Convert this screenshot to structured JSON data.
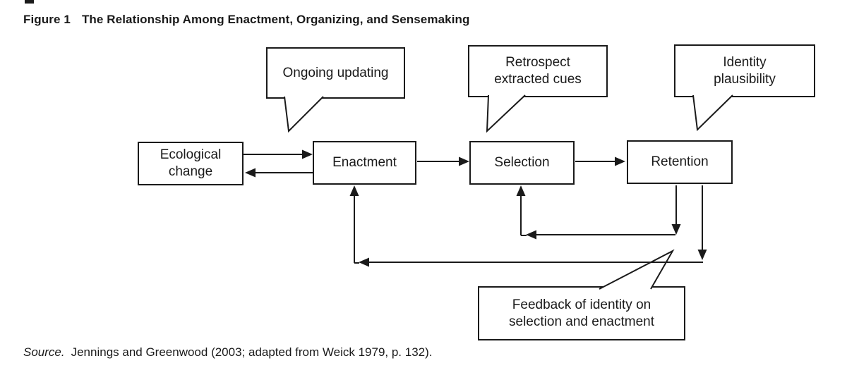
{
  "figure": {
    "label": "Figure 1",
    "title": "The Relationship Among Enactment, Organizing, and Sensemaking"
  },
  "diagram": {
    "nodes": [
      {
        "id": "ecological-change",
        "label": "Ecological change"
      },
      {
        "id": "enactment",
        "label": "Enactment"
      },
      {
        "id": "selection",
        "label": "Selection"
      },
      {
        "id": "retention",
        "label": "Retention"
      }
    ],
    "callouts": [
      {
        "id": "ongoing-updating",
        "label": "Ongoing updating",
        "points_to": "enactment"
      },
      {
        "id": "retrospect-extracted-cues",
        "label": "Retrospect extracted cues",
        "points_to": "selection"
      },
      {
        "id": "identity-plausibility",
        "label": "Identity plausibility",
        "points_to": "retention"
      },
      {
        "id": "feedback-of-identity",
        "label": "Feedback of identity on selection and enactment",
        "points_to": "feedback-arrows"
      }
    ],
    "edges": [
      {
        "from": "Ecological change",
        "to": "Enactment"
      },
      {
        "from": "Enactment",
        "to": "Ecological change"
      },
      {
        "from": "Enactment",
        "to": "Selection"
      },
      {
        "from": "Selection",
        "to": "Retention"
      },
      {
        "from": "Retention",
        "to": "Selection"
      },
      {
        "from": "Retention",
        "to": "Enactment"
      }
    ],
    "line_color": "#1a1a1a",
    "background_color": "#ffffff"
  },
  "source": {
    "label": "Source.",
    "text": "Jennings and Greenwood (2003; adapted from Weick 1979, p. 132)."
  }
}
